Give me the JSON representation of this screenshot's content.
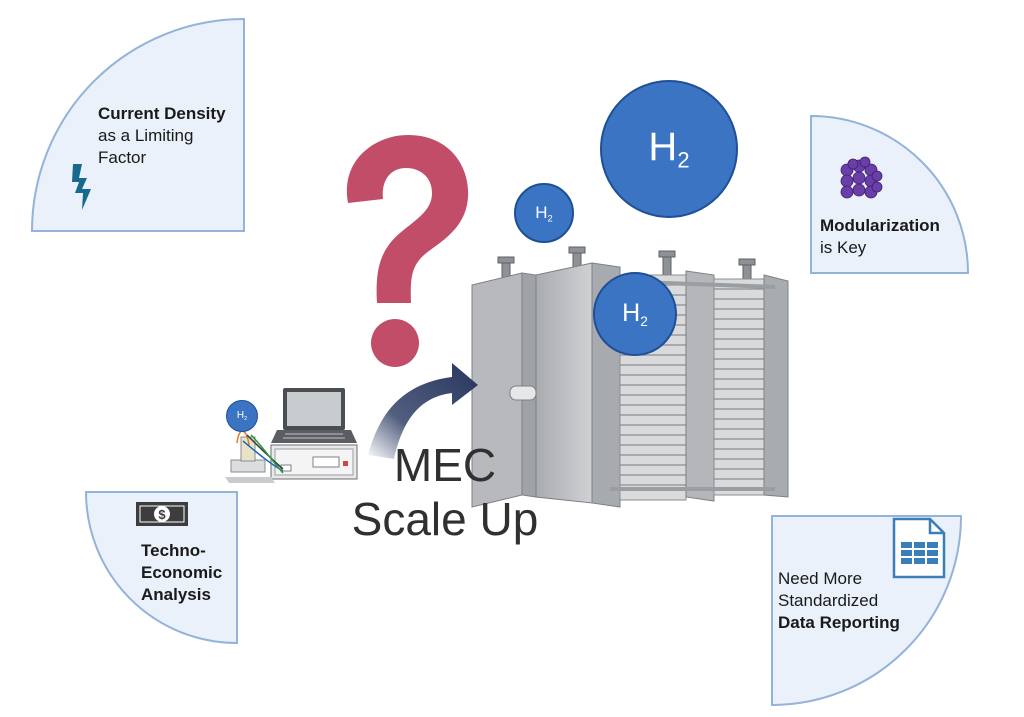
{
  "title": {
    "line1": "MEC",
    "line2": "Scale Up"
  },
  "panels": {
    "current_density": {
      "bold": "Current Density",
      "rest1": "as a Limiting",
      "rest2": "Factor",
      "icon": "lightning-icon"
    },
    "modularization": {
      "bold": "Modularization",
      "rest": "is Key",
      "icon": "cube-cluster-icon"
    },
    "techno_economic": {
      "line1": "Techno-",
      "line2": "Economic",
      "line3": "Analysis",
      "icon": "dollar-bill-icon"
    },
    "data_reporting": {
      "line1": "Need More",
      "line2": "Standardized",
      "bold": "Data Reporting",
      "icon": "spreadsheet-icon"
    }
  },
  "h2_label": {
    "base": "H",
    "sub": "2"
  },
  "colors": {
    "panel_fill": "#eaf1fa",
    "panel_stroke": "#93b3d9",
    "h2_blue": "#3a74c3",
    "question_mark": "#c24d69",
    "arrow": "#27365f"
  }
}
